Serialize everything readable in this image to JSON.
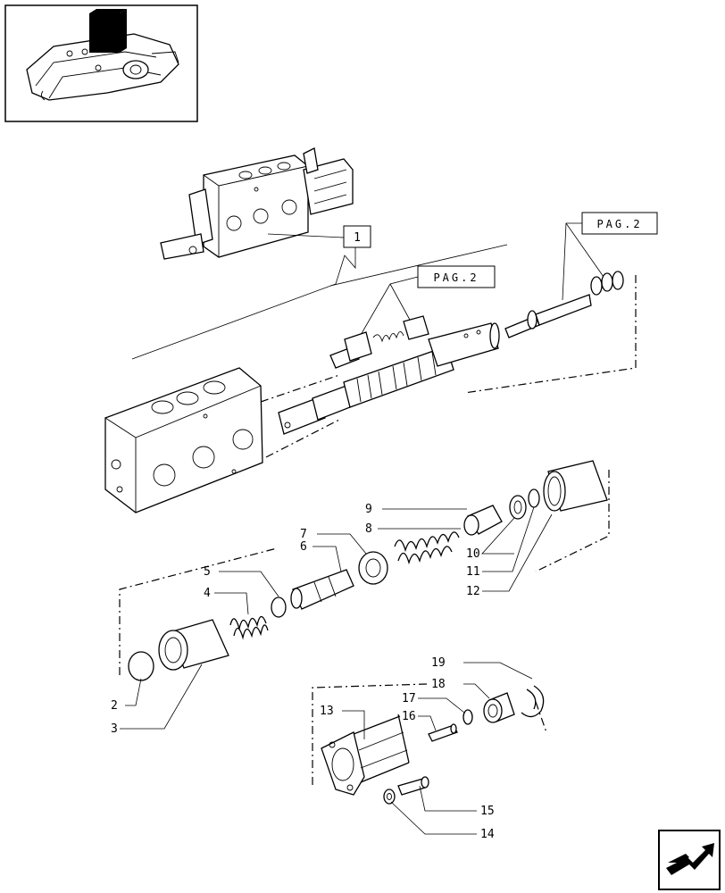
{
  "thumbnail": {
    "icon": "tractor-lift-cover-icon"
  },
  "callouts": {
    "part_1": "1",
    "page_ref_top": "PAG.2",
    "page_ref_mid": "PAG.2"
  },
  "labels": [
    "2",
    "3",
    "4",
    "5",
    "6",
    "7",
    "8",
    "9",
    "10",
    "11",
    "12",
    "13",
    "14",
    "15",
    "16",
    "17",
    "18",
    "19"
  ],
  "nav": {
    "icon": "next-page-arrow-icon"
  }
}
